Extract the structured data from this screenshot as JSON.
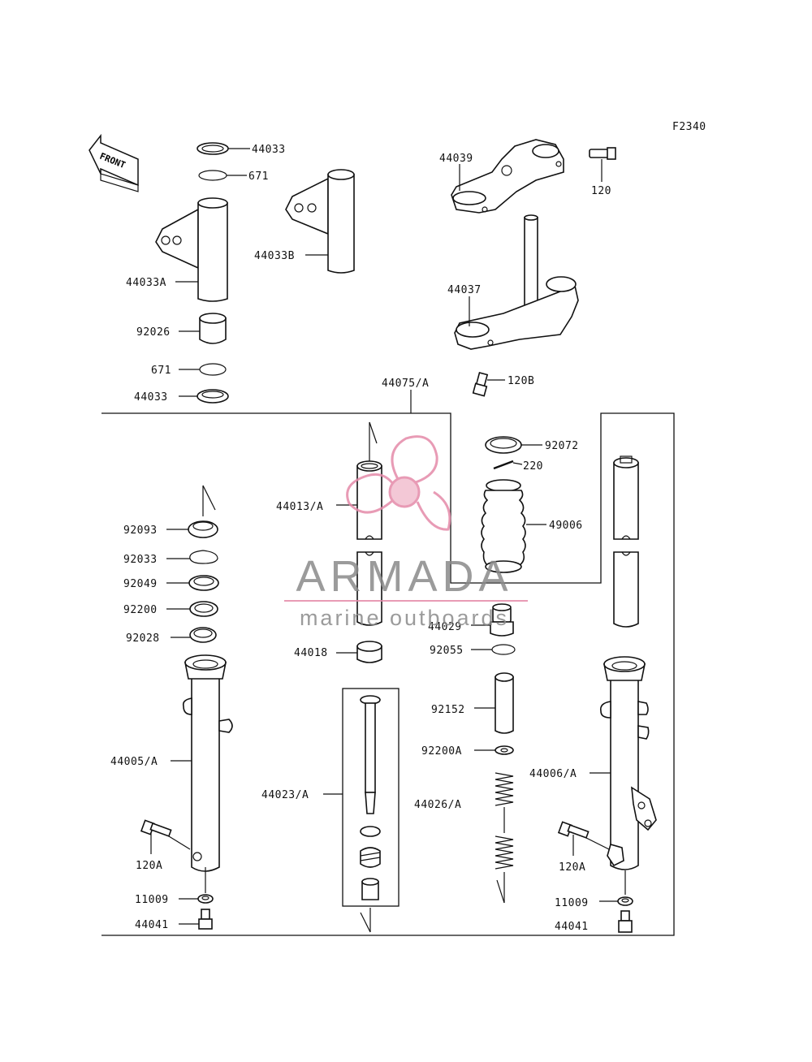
{
  "figure_code": "F2340",
  "front_label": "FRONT",
  "watermark": {
    "brand": "ARMADA",
    "tagline": "marine outboards",
    "colors": {
      "brand": "#8a8a8a",
      "accent": "#e48aa9"
    }
  },
  "callouts": {
    "p44033_top": "44033",
    "p671_top": "671",
    "p44033A": "44033A",
    "p44033B": "44033B",
    "p92026": "92026",
    "p671_bot": "671",
    "p44033_bot": "44033",
    "p44039": "44039",
    "p120": "120",
    "p44037": "44037",
    "p120B": "120B",
    "p44075": "44075/A",
    "p92072": "92072",
    "p220": "220",
    "p49006": "49006",
    "p44013": "44013/A",
    "p92093": "92093",
    "p92033": "92033",
    "p92049": "92049",
    "p92200": "92200",
    "p92028": "92028",
    "p44029": "44029",
    "p92055": "92055",
    "p44018": "44018",
    "p92152": "92152",
    "p92200A": "92200A",
    "p44005": "44005/A",
    "p44023": "44023/A",
    "p44026": "44026/A",
    "p44006": "44006/A",
    "p120A_left": "120A",
    "p120A_right": "120A",
    "p11009_left": "11009",
    "p11009_right": "11009",
    "p44041_left": "44041",
    "p44041_right": "44041"
  }
}
